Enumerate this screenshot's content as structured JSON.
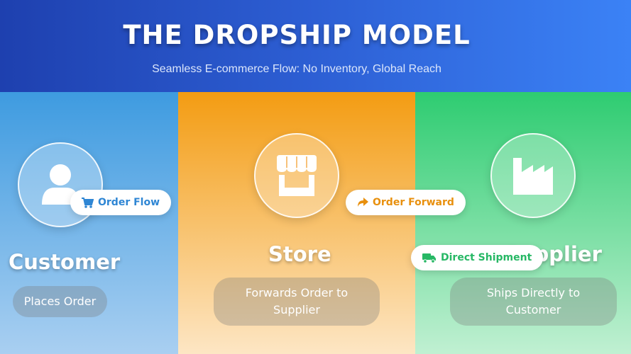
{
  "header": {
    "title": "THE DROPSHIP MODEL",
    "subtitle": "Seamless E-commerce Flow: No Inventory, Global Reach"
  },
  "stages": {
    "customer": {
      "name": "Customer",
      "description": "Places Order",
      "icon": "user-icon",
      "color": "#3498db"
    },
    "store": {
      "name": "Store",
      "description": "Forwards Order to Supplier",
      "icon": "store-icon",
      "color": "#f39c12"
    },
    "supplier": {
      "name": "Supplier",
      "description": "Ships Directly to Customer",
      "icon": "factory-icon",
      "color": "#2ecc71"
    }
  },
  "flows": {
    "order_flow": {
      "label": "Order Flow",
      "icon": "cart-icon",
      "color": "#2f86d4"
    },
    "order_forward": {
      "label": "Order Forward",
      "icon": "share-arrow-icon",
      "color": "#e8900e"
    },
    "direct_shipment": {
      "label": "Direct Shipment",
      "icon": "truck-icon",
      "color": "#27b865"
    }
  }
}
